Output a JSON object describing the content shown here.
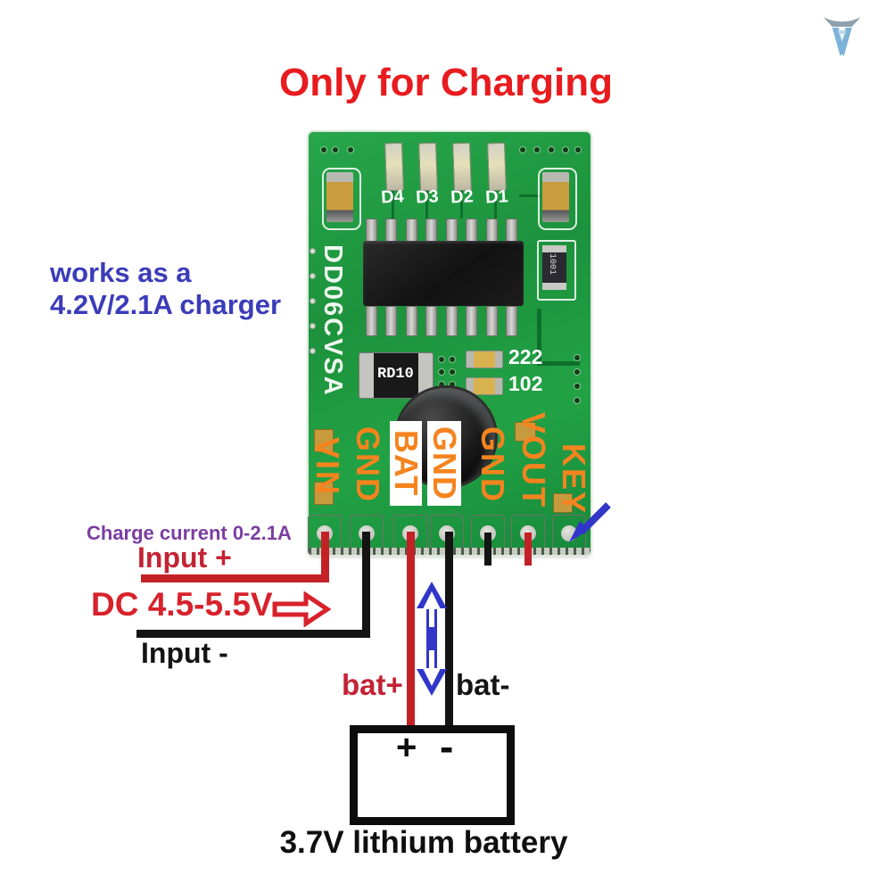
{
  "title": "Only for Charging",
  "logo": {
    "name": "brand-logo"
  },
  "note": {
    "line1": "works as a",
    "line2": "4.2V/2.1A charger"
  },
  "pcb": {
    "model": "DD06CVSA",
    "led_labels": [
      "D4",
      "D3",
      "D2",
      "D1"
    ],
    "component_labels": {
      "shunt_resistor": "RD10",
      "smd_222": "222",
      "smd_102": "102",
      "smd_1001": "1001"
    },
    "pin_labels": [
      "VIN",
      "GND",
      "BAT",
      "GND",
      "GND",
      "VOUT",
      "KEY"
    ]
  },
  "wiring": {
    "charge_current_note": "Charge current 0-2.1A",
    "input_plus": "Input +",
    "dc_range": "DC 4.5-5.5V",
    "input_minus": "Input -",
    "bat_plus": "bat+",
    "bat_minus": "bat-"
  },
  "battery": {
    "plus": "+",
    "minus": "-",
    "label": "3.7V lithium battery"
  },
  "colors": {
    "title_red": "#e81b1e",
    "note_blue": "#3b3cba",
    "note_purple": "#7c3da1",
    "positive_wire": "#c42127",
    "negative_wire": "#141414",
    "indicator_blue": "#3136c9",
    "board_green": "#1f9b40",
    "pin_label_orange": "#f5831e"
  }
}
